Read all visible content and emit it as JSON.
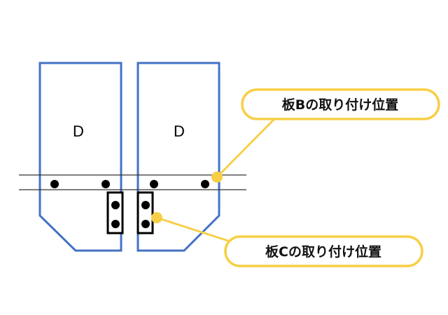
{
  "panels": [
    {
      "label": "D"
    },
    {
      "label": "D"
    }
  ],
  "callouts": {
    "plate_b": "板Bの取り付け位置",
    "plate_c": "板Cの取り付け位置"
  },
  "colors": {
    "panel": "#4472c4",
    "callout": "#f7cf47",
    "line": "#000000"
  }
}
